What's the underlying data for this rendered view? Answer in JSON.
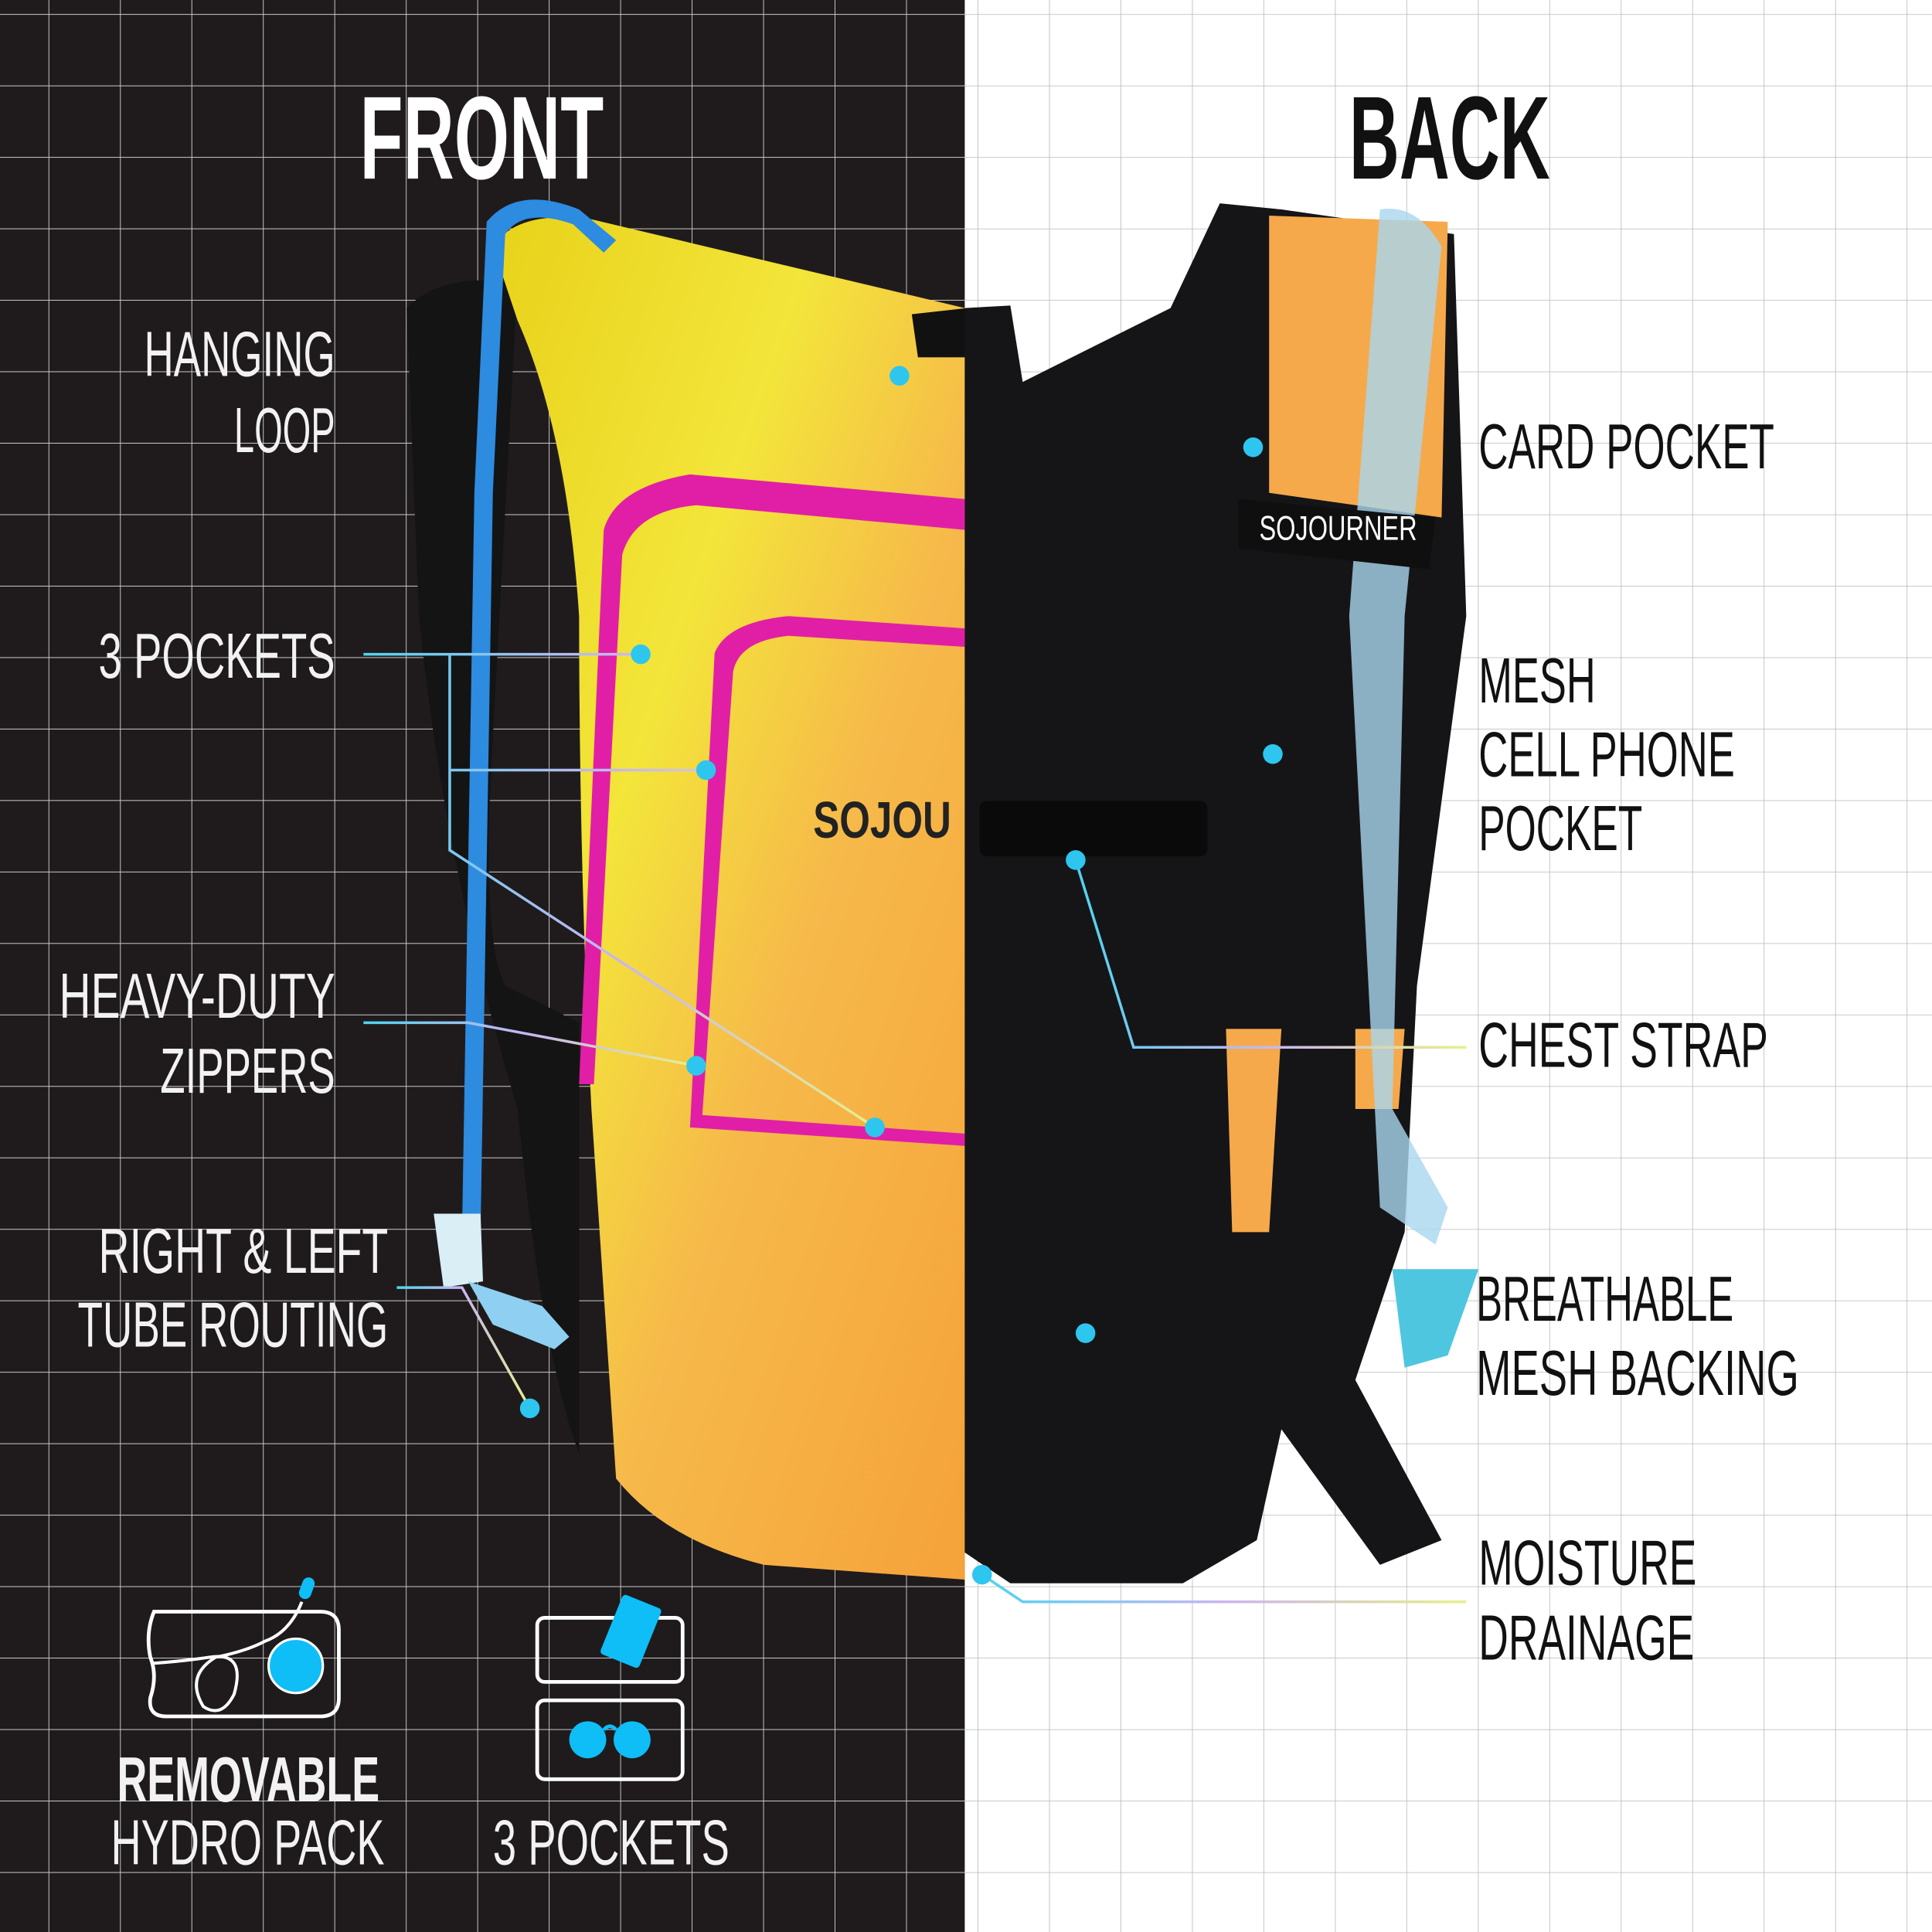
{
  "titles": {
    "front": "FRONT",
    "back": "BACK"
  },
  "brand": "SOJOURNER",
  "front_callouts": {
    "hanging_loop": [
      "HANGING",
      "LOOP"
    ],
    "pockets": [
      "3 POCKETS"
    ],
    "zippers": [
      "HEAVY-DUTY",
      "ZIPPERS"
    ],
    "tube_routing": [
      "RIGHT & LEFT",
      "TUBE ROUTING"
    ]
  },
  "back_callouts": {
    "card_pocket": [
      "CARD POCKET"
    ],
    "phone_pocket": [
      "MESH",
      "CELL PHONE",
      "POCKET"
    ],
    "chest_strap": [
      "CHEST STRAP"
    ],
    "mesh_backing": [
      "BREATHABLE",
      "MESH BACKING"
    ],
    "drainage": [
      "MOISTURE",
      "DRAINAGE"
    ]
  },
  "features": {
    "hydro": {
      "bold": "REMOVABLE",
      "text": "HYDRO PACK",
      "icon": "hydration-bladder-icon"
    },
    "pockets": {
      "text": "3 POCKETS",
      "icon": "phone-and-sunglasses-pockets-icon"
    }
  },
  "colors": {
    "dark_bg": "#1f1b1c",
    "light_bg": "#ffffff",
    "accent": "#16c0f5",
    "zipper_trim": "#e01fa6",
    "text_dark": "#111111",
    "text_light": "#f2f2f2"
  }
}
